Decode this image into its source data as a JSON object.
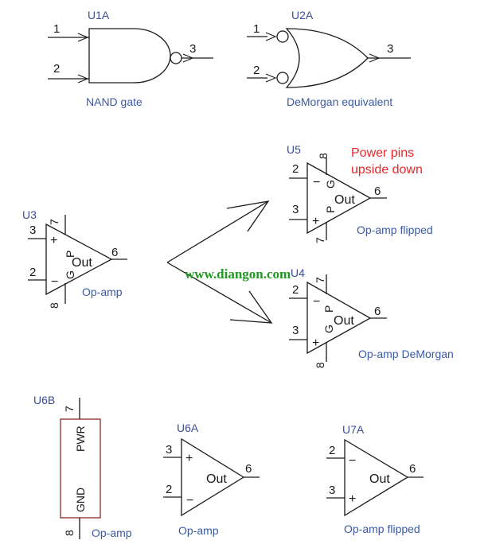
{
  "gates": {
    "nand": {
      "ref": "U1A",
      "in1": "1",
      "in2": "2",
      "out": "3",
      "caption": "NAND gate"
    },
    "demorgan": {
      "ref": "U2A",
      "in1": "1",
      "in2": "2",
      "out": "3",
      "caption": "DeMorgan equivalent"
    }
  },
  "opamp_main": {
    "ref": "U3",
    "plus": "+",
    "minus": "−",
    "pin_plus": "3",
    "pin_minus": "2",
    "pin_out": "6",
    "pin_top": "7",
    "pin_bottom": "8",
    "out_label": "Out",
    "p_label": "P",
    "g_label": "G",
    "caption": "Op-amp"
  },
  "opamp_flipped": {
    "ref": "U5",
    "minus": "−",
    "plus": "+",
    "pin_minus": "2",
    "pin_plus": "3",
    "pin_out": "6",
    "pin_top": "8",
    "pin_bottom": "7",
    "out_label": "Out",
    "p_label": "P",
    "g_label": "G",
    "caption": "Op-amp flipped",
    "note_line1": "Power pins",
    "note_line2": "upside down"
  },
  "opamp_demorgan": {
    "ref": "U4",
    "minus": "−",
    "plus": "+",
    "pin_minus": "2",
    "pin_plus": "3",
    "pin_out": "6",
    "pin_top": "7",
    "pin_bottom": "8",
    "out_label": "Out",
    "p_label": "P",
    "g_label": "G",
    "caption": "Op-amp DeMorgan"
  },
  "watermark": "www.diangon.com",
  "power_block": {
    "ref": "U6B",
    "pin_top": "7",
    "pin_bottom": "8",
    "pwr": "PWR",
    "gnd": "GND",
    "caption": "Op-amp"
  },
  "opamp_u6a": {
    "ref": "U6A",
    "plus": "+",
    "minus": "−",
    "pin_plus": "3",
    "pin_minus": "2",
    "pin_out": "6",
    "out_label": "Out",
    "caption": "Op-amp"
  },
  "opamp_u7a": {
    "ref": "U7A",
    "minus": "−",
    "plus": "+",
    "pin_minus": "2",
    "pin_plus": "3",
    "pin_out": "6",
    "out_label": "Out",
    "caption": "Op-amp flipped"
  },
  "colors": {
    "line": "#1a1a1a",
    "ref": "#3a4e9a",
    "caption": "#3a5aa6",
    "note": "#e8262a",
    "watermark": "#1f9a1f",
    "power_block": "#8b2a2a"
  }
}
